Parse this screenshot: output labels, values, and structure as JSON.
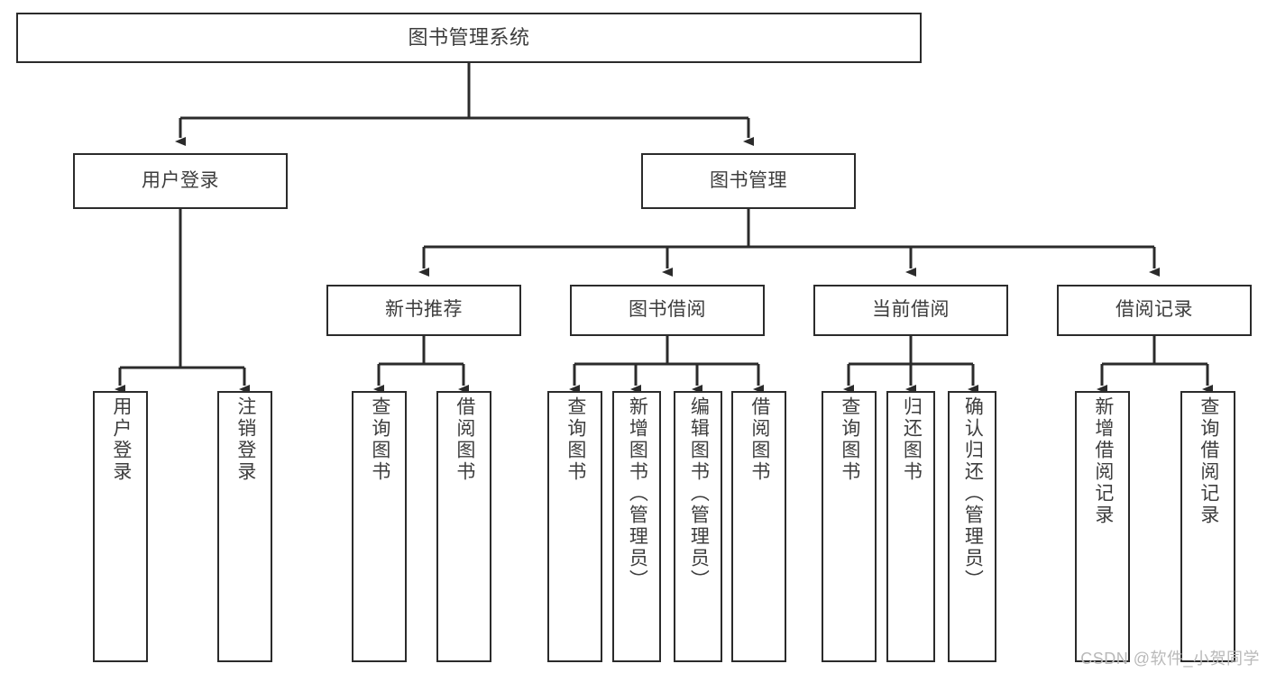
{
  "diagram": {
    "type": "tree",
    "title": "图书管理系统",
    "orientation": "top-down",
    "colors": {
      "box_border": "#2b2b2b",
      "box_fill": "#ffffff",
      "connector": "#2b2b2b",
      "text": "#3d3d3d",
      "watermark": "#b9b9b9"
    },
    "root": {
      "label": "图书管理系统"
    },
    "level2": [
      {
        "label": "用户登录"
      },
      {
        "label": "图书管理"
      }
    ],
    "level3": [
      {
        "label": "新书推荐"
      },
      {
        "label": "图书借阅"
      },
      {
        "label": "当前借阅"
      },
      {
        "label": "借阅记录"
      }
    ],
    "leaves": {
      "user_login": [
        {
          "label": "用户登录"
        },
        {
          "label": "注销登录"
        }
      ],
      "new_book_recommend": [
        {
          "label": "查询图书"
        },
        {
          "label": "借阅图书"
        }
      ],
      "book_borrow": [
        {
          "label": "查询图书"
        },
        {
          "label": "新增图书（管理员）"
        },
        {
          "label": "编辑图书（管理员）"
        },
        {
          "label": "借阅图书"
        }
      ],
      "current_borrow": [
        {
          "label": "查询图书"
        },
        {
          "label": "归还图书"
        },
        {
          "label": "确认归还（管理员）"
        }
      ],
      "borrow_record": [
        {
          "label": "新增借阅记录"
        },
        {
          "label": "查询借阅记录"
        }
      ]
    }
  },
  "watermark": {
    "text": "CSDN @软件_小贺同学"
  }
}
